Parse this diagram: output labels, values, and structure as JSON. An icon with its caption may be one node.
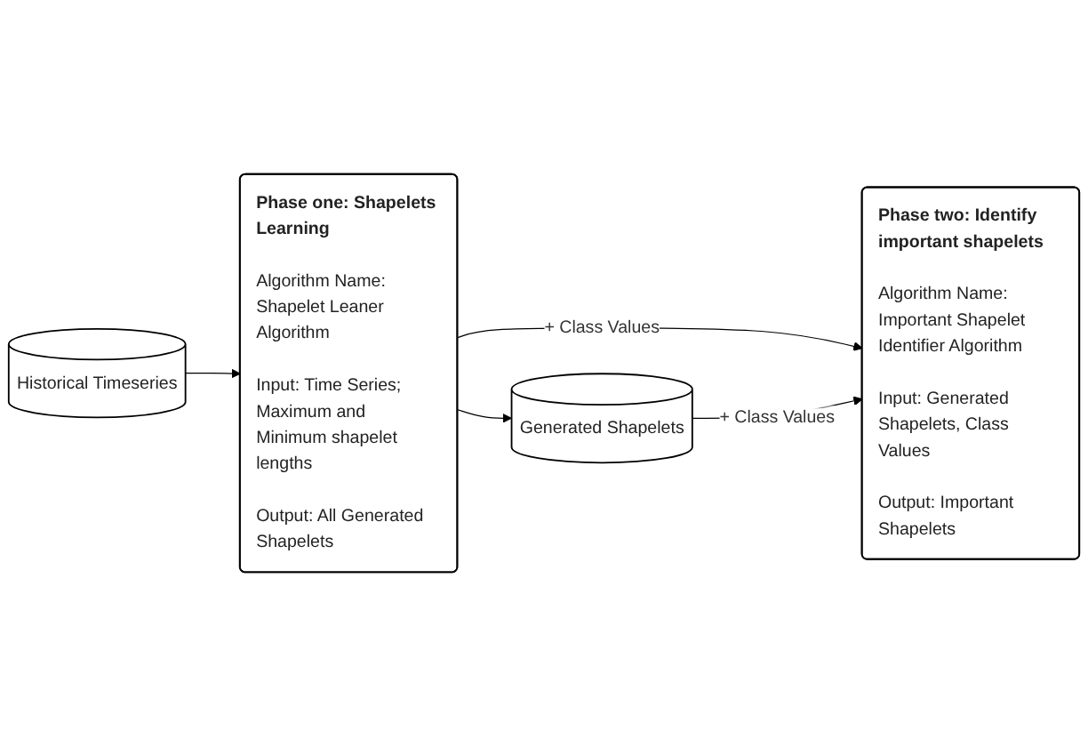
{
  "diagram": {
    "nodes": [
      {
        "text": [
          "Historical Timeseries"
        ]
      },
      {
        "text": [
          "Phase one: Shapelets Learning",
          "Algorithm Name: Shapelet Leaner Algorithm",
          "Input: Time Series; Maximum and Minimum shapelet lengths",
          "Output: All Generated Shapelets"
        ]
      },
      {
        "text": [
          "Phase two: Identify important shapelets",
          "Algorithm Name: Important Shapelet Identifier Algorithm",
          "Input: Generated Shapelets, Class Values",
          "Output: Important Shapelets"
        ]
      },
      {
        "text": [
          "Generated Shapelets"
        ]
      }
    ],
    "edges": [
      {
        "from": 0,
        "to": 1,
        "arrow": "to"
      },
      {
        "from": 1,
        "to": 2,
        "arrow": "to",
        "label": "+ Class Values"
      },
      {
        "from": 1,
        "to": 3,
        "arrow": "to"
      },
      {
        "from": 3,
        "to": 2,
        "arrow": "to",
        "label": "+ Class Values"
      }
    ]
  }
}
